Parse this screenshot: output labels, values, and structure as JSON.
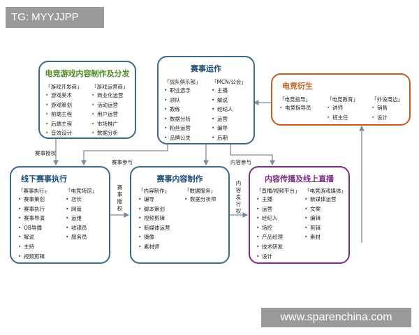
{
  "watermarks": {
    "top_tag": "TG: MYYJJPP",
    "bottom_site": "www.sparenchina.com"
  },
  "colors": {
    "border_blue": "#3a6a86",
    "green": "#4e8a23",
    "blue": "#1d4d78",
    "orange": "#c65c1c",
    "purple": "#7b2d82",
    "arrow": "#7a8c9a"
  },
  "boxes": {
    "content_production": {
      "title": "电竞游戏内容制作及分发",
      "columns": [
        {
          "header": "「游戏开发商」",
          "items": [
            "游戏美术",
            "游戏策划",
            "前端主程",
            "后端主程",
            "音效设计"
          ]
        },
        {
          "header": "「游戏运营商」",
          "items": [
            "商业化运营",
            "活动运营",
            "用户运营",
            "市场推广",
            "数据分析"
          ]
        }
      ]
    },
    "event_operation": {
      "title": "赛事运作",
      "columns": [
        {
          "header": "「战队俱乐部」",
          "items": [
            "职业选手",
            "领队",
            "教练",
            "数据分析",
            "粉丝运营",
            "品牌公关"
          ]
        },
        {
          "header": "「MCN/公会」",
          "items": [
            "主播",
            "解说",
            "经纪人",
            "运营",
            "编导",
            "后期"
          ]
        }
      ]
    },
    "derivatives": {
      "title": "电竞衍生",
      "columns": [
        {
          "header": "「电竞指导」",
          "items": [
            "电竞指导员"
          ]
        },
        {
          "header": "「电竞教育」",
          "items": [
            "讲师",
            "班主任"
          ]
        },
        {
          "header": "「外设周边」",
          "items": [
            "销售",
            "设计"
          ]
        }
      ]
    },
    "offline_event": {
      "title": "线下赛事执行",
      "columns": [
        {
          "header": "「赛事执行」",
          "items": [
            "赛事策划",
            "赛事执行",
            "赛事导演",
            "OB导播",
            "解说",
            "主持",
            "视频剪辑"
          ]
        },
        {
          "header": "「电竞场馆」",
          "items": [
            "店长",
            "网管",
            "运维",
            "收银员",
            "服务员"
          ]
        }
      ]
    },
    "event_content": {
      "title": "赛事内容制作",
      "columns": [
        {
          "header": "「内容制作」",
          "items": [
            "编导",
            "脚本策划",
            "视频剪辑",
            "新媒体运营",
            "摄像",
            "素材师"
          ]
        },
        {
          "header": "「数据服务」",
          "items": [
            "数据分析师"
          ]
        }
      ]
    },
    "broadcast": {
      "title": "内容传播及线上直播",
      "columns": [
        {
          "header": "「直播/视频平台」",
          "items": [
            "主播",
            "运营",
            "经纪人",
            "场控",
            "产品经理",
            "技术研发",
            "设计"
          ]
        },
        {
          "header": "「电竞游戏媒体」",
          "items": [
            "新媒体运营",
            "文案",
            "编辑",
            "剪辑",
            "素材"
          ]
        }
      ]
    }
  },
  "edge_labels": {
    "authorization": "赛事授权",
    "participation_left": "赛事参与",
    "participation_right": "内容参与",
    "copyright": "赛事版权",
    "distribution": "内容发行权"
  }
}
